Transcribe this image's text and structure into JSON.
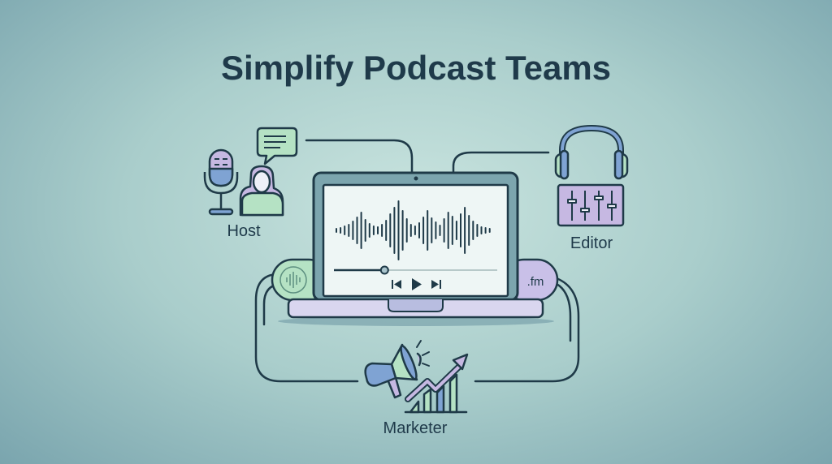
{
  "title": "Simplify Podcast Teams",
  "roles": {
    "host": "Host",
    "editor": "Editor",
    "marketer": "Marketer"
  },
  "player": {
    "progress": 0.31,
    "right_badge": ".fm"
  },
  "colors": {
    "stroke": "#1f3a48",
    "green": "#b5e2c4",
    "purple": "#c9c0e8",
    "blue": "#7fa3d3",
    "screen": "#eef6f5"
  }
}
